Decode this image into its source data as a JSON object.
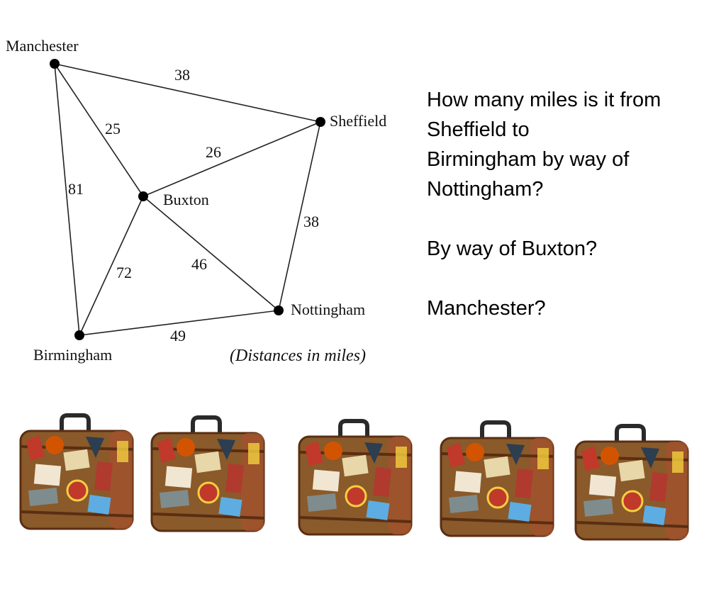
{
  "cities": [
    {
      "id": "manchester",
      "label": "Manchester"
    },
    {
      "id": "sheffield",
      "label": "Sheffield"
    },
    {
      "id": "buxton",
      "label": "Buxton"
    },
    {
      "id": "nottingham",
      "label": "Nottingham"
    },
    {
      "id": "birmingham",
      "label": "Birmingham"
    }
  ],
  "edges": [
    {
      "from": "manchester",
      "to": "sheffield",
      "distance": "38"
    },
    {
      "from": "manchester",
      "to": "buxton",
      "distance": "25"
    },
    {
      "from": "manchester",
      "to": "birmingham",
      "distance": "81"
    },
    {
      "from": "sheffield",
      "to": "buxton",
      "distance": "26"
    },
    {
      "from": "sheffield",
      "to": "nottingham",
      "distance": "38"
    },
    {
      "from": "buxton",
      "to": "birmingham",
      "distance": "72"
    },
    {
      "from": "buxton",
      "to": "nottingham",
      "distance": "46"
    },
    {
      "from": "birmingham",
      "to": "nottingham",
      "distance": "49"
    }
  ],
  "caption": "(Distances in miles)",
  "questions": [
    "How many miles is   it from Sheffield to\n  Birmingham by way   of Nottingham?",
    "By way of Buxton?",
    "Manchester?"
  ],
  "colors": {
    "suitcase_body": "#8a5a2b",
    "suitcase_trim": "#5a2e12",
    "suitcase_handle": "#2a2a2a"
  },
  "suitcase_count": 5
}
